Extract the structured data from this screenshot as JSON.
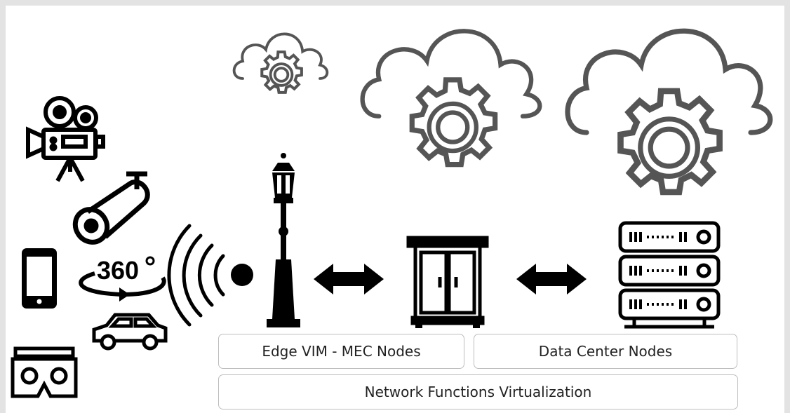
{
  "labels": {
    "edge_nodes": "Edge VIM - MEC Nodes",
    "dc_nodes": "Data Center Nodes",
    "nfv": "Network Functions Virtualization"
  },
  "icons": {
    "devices": [
      "movie-camera-icon",
      "cctv-camera-icon",
      "smartphone-icon",
      "360-video-icon",
      "car-icon",
      "vr-headset-icon"
    ],
    "connectivity": [
      "wireless-signal-icon",
      "street-lamp-icon"
    ],
    "edge": [
      "edge-cabinet-icon",
      "small-cloud-gear-icon"
    ],
    "core": [
      "server-rack-icon",
      "medium-cloud-gear-icon",
      "large-cloud-gear-icon"
    ],
    "arrows": [
      "double-arrow-icon"
    ]
  },
  "text_360": "360",
  "colors": {
    "icon_dark": "#000000",
    "icon_gray": "#555555",
    "box_border": "#bdbdbd",
    "frame": "#e3e3e3",
    "text": "#222222"
  }
}
